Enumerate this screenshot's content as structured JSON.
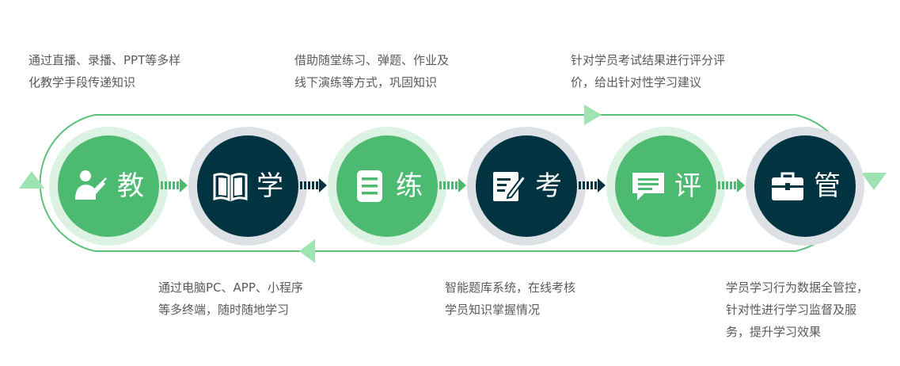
{
  "colors": {
    "green": "#4dba71",
    "green_light": "#dcf3e3",
    "dark": "#023341",
    "gray_ring": "#dde1e5",
    "loop_line": "#5cc27b",
    "arrow_light": "#9fe3b2",
    "text": "#5a5a5a"
  },
  "stages": [
    {
      "label": "教",
      "icon": "teacher-pointer-icon",
      "theme": "green"
    },
    {
      "label": "学",
      "icon": "open-book-icon",
      "theme": "dark"
    },
    {
      "label": "练",
      "icon": "document-lines-icon",
      "theme": "green"
    },
    {
      "label": "考",
      "icon": "exam-pencil-icon",
      "theme": "dark"
    },
    {
      "label": "评",
      "icon": "comment-bubble-icon",
      "theme": "green"
    },
    {
      "label": "管",
      "icon": "briefcase-icon",
      "theme": "dark"
    }
  ],
  "notes_top": [
    {
      "lines": [
        "通过直播、录播、PPT等多样",
        "化教学手段传递知识"
      ]
    },
    {
      "lines": [
        "借助随堂练习、弹题、作业及",
        "线下演练等方式，巩固知识"
      ]
    },
    {
      "lines": [
        "针对学员考试结果进行评分评",
        "价，给出针对性学习建议"
      ]
    }
  ],
  "notes_bottom": [
    {
      "lines": [
        "通过电脑PC、APP、小程序",
        "等多终端，随时随地学习"
      ]
    },
    {
      "lines": [
        "智能题库系统，在线考核",
        "学员知识掌握情况"
      ]
    },
    {
      "lines": [
        "学员学习行为数据全管控，",
        "针对性进行学习监督及服",
        "务，提升学习效果"
      ]
    }
  ]
}
